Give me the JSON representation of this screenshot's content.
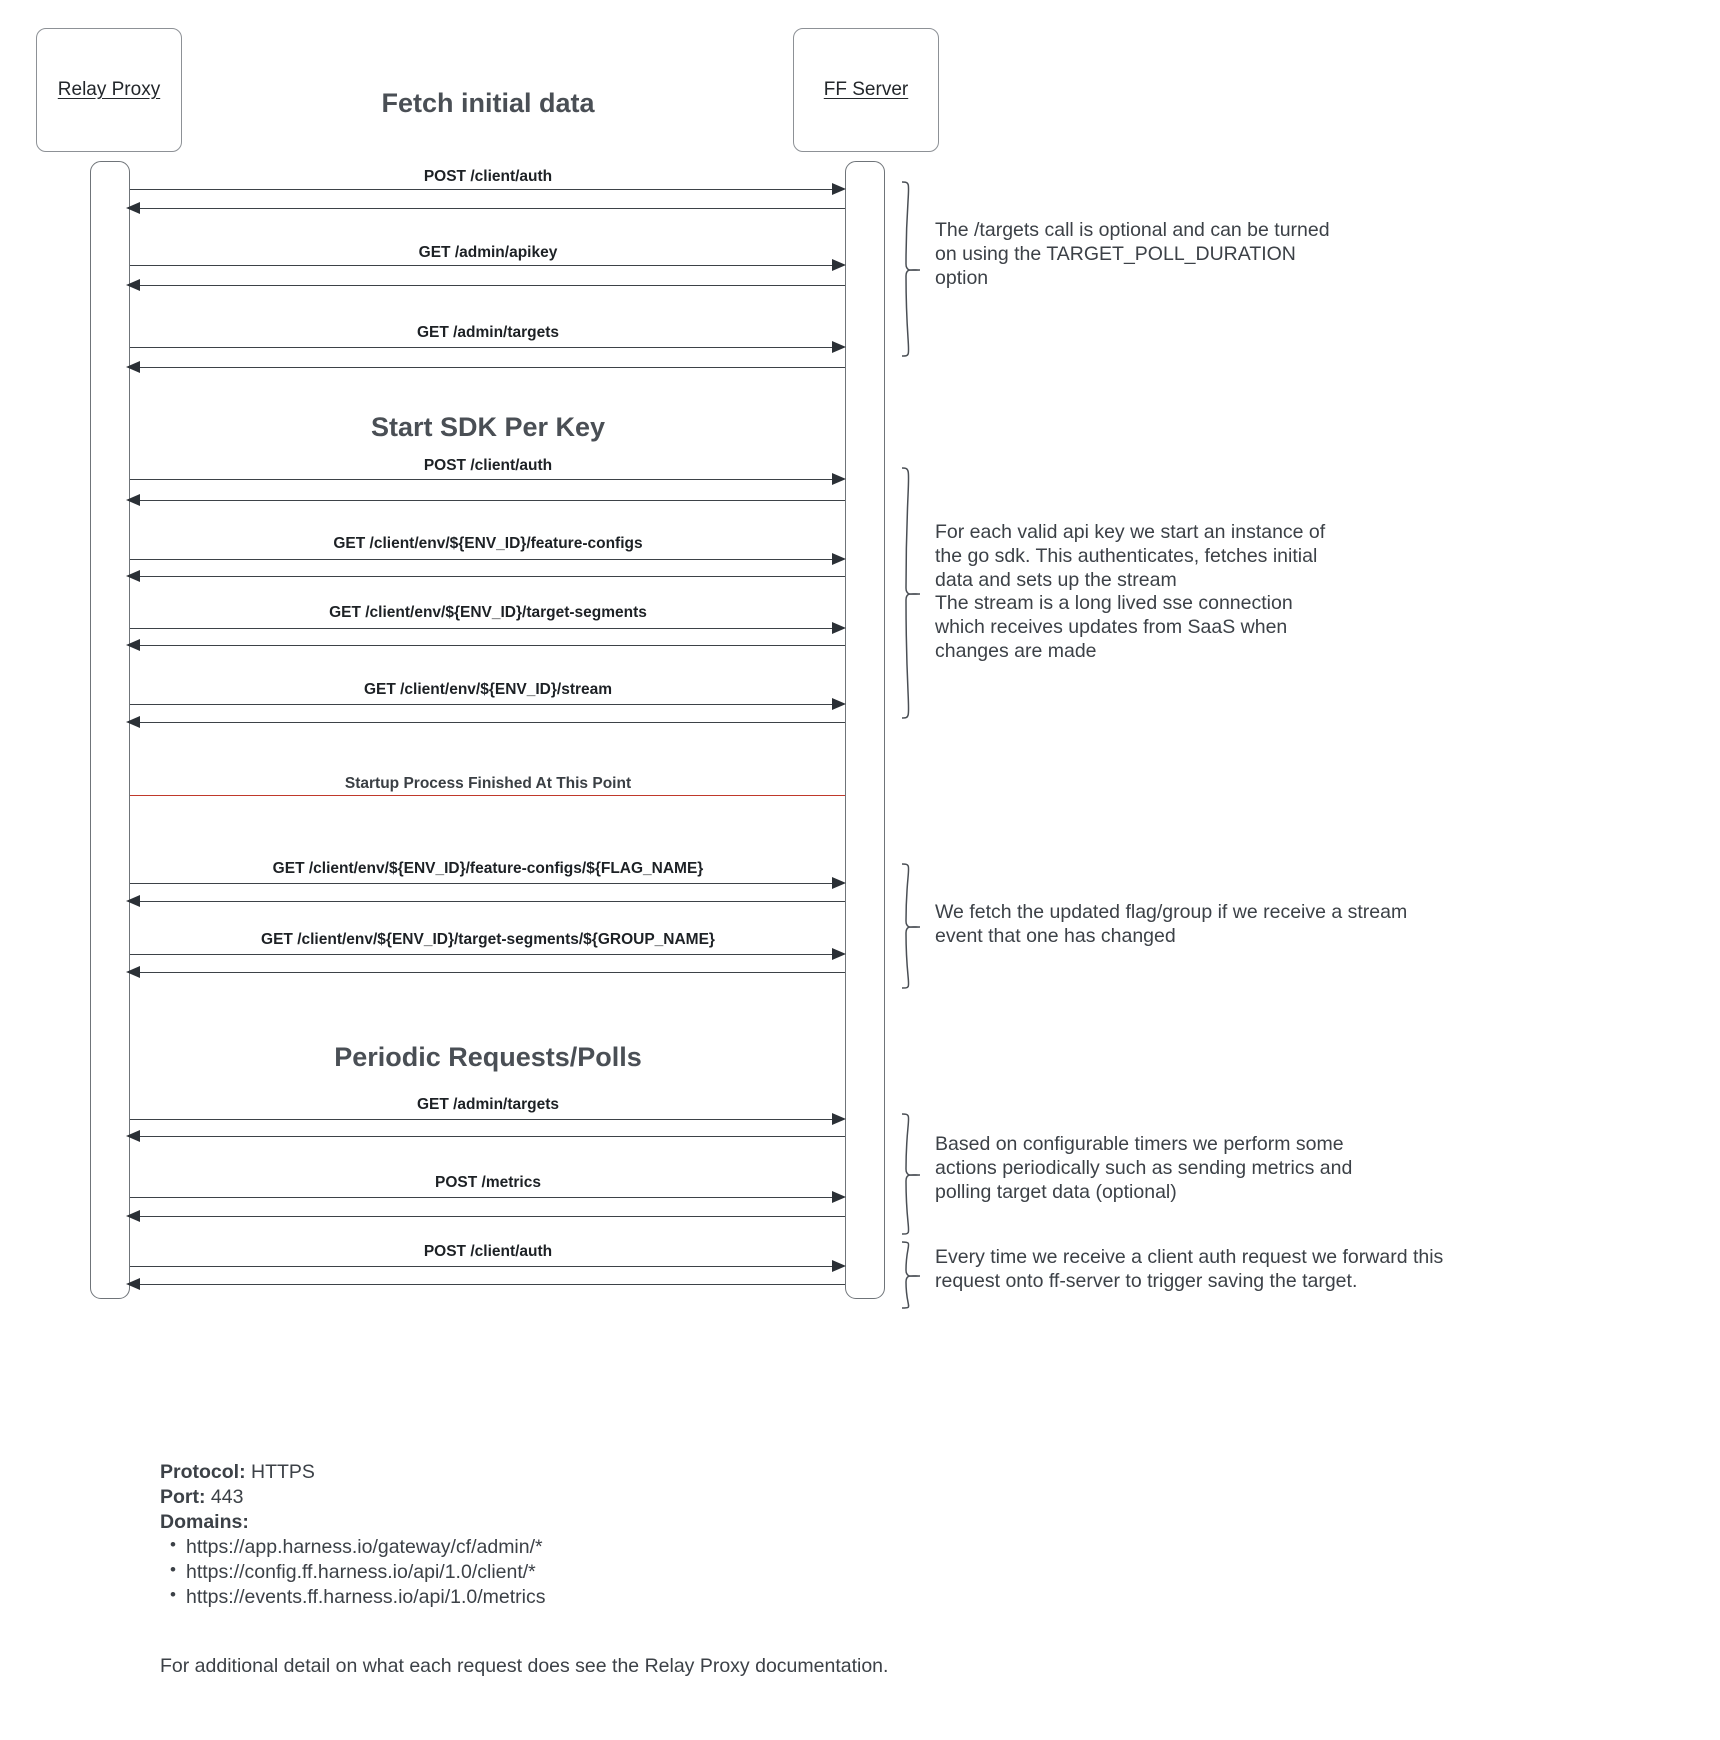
{
  "diagram": {
    "actors": [
      {
        "name": "Relay Proxy"
      },
      {
        "name": "FF Server"
      }
    ],
    "sections": [
      {
        "title": "Fetch initial data"
      },
      {
        "title": "Start SDK Per Key"
      },
      {
        "title": "Periodic Requests/Polls"
      }
    ],
    "messages": [
      {
        "label": "POST /client/auth"
      },
      {
        "label": "GET /admin/apikey"
      },
      {
        "label": "GET /admin/targets"
      },
      {
        "label": "POST /client/auth"
      },
      {
        "label": "GET /client/env/${ENV_ID}/feature-configs"
      },
      {
        "label": "GET /client/env/${ENV_ID}/target-segments"
      },
      {
        "label": "GET /client/env/${ENV_ID}/stream"
      },
      {
        "label": "GET /client/env/${ENV_ID}/feature-configs/${FLAG_NAME}"
      },
      {
        "label": "GET /client/env/${ENV_ID}/target-segments/${GROUP_NAME}"
      },
      {
        "label": "GET /admin/targets"
      },
      {
        "label": "POST /metrics"
      },
      {
        "label": "POST /client/auth"
      }
    ],
    "divider": {
      "label": "Startup Process Finished At This Point",
      "color": "#c0392b"
    },
    "annotations": [
      {
        "text": "The /targets call is optional and can be turned\non using the TARGET_POLL_DURATION\noption"
      },
      {
        "text": "For each valid api key we start an instance of\nthe go sdk. This authenticates, fetches initial\ndata and sets up the stream\nThe stream is a long lived sse connection\nwhich receives updates from SaaS when\nchanges are made"
      },
      {
        "text": "We fetch the updated flag/group if we receive a stream\nevent that one has changed"
      },
      {
        "text": "Based on configurable timers we perform some\nactions periodically such as sending metrics and\npolling target data (optional)"
      },
      {
        "text": "Every time we receive a client auth request we forward this\nrequest onto ff-server to trigger saving the target."
      }
    ]
  },
  "legend": {
    "protocol_key": "Protocol:",
    "protocol_value": "HTTPS",
    "port_key": "Port:",
    "port_value": "443",
    "domains_key": "Domains:",
    "domains": [
      "https://app.harness.io/gateway/cf/admin/*",
      "https://config.ff.harness.io/api/1.0/client/*",
      "https://events.ff.harness.io/api/1.0/metrics"
    ]
  },
  "footer": {
    "note": "For additional detail on what each request does see the Relay Proxy documentation."
  }
}
